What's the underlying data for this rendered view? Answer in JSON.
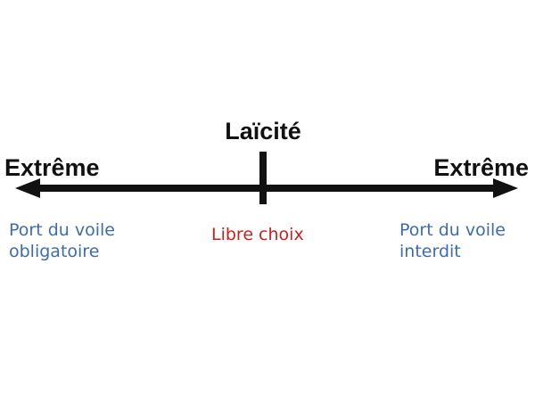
{
  "title": "Laïcité",
  "axis_end_labels": {
    "left": "Extrême",
    "right": "Extrême"
  },
  "zones": {
    "left": {
      "line1": "Port du voile",
      "line2": "obligatoire"
    },
    "center": {
      "label": "Libre choix"
    },
    "right": {
      "line1": "Port du voile",
      "line2": "interdit"
    }
  },
  "colors": {
    "background": "#ffffff",
    "axis": "#111111",
    "side_label": "#3d6cae",
    "center_label": "#c9211e"
  }
}
